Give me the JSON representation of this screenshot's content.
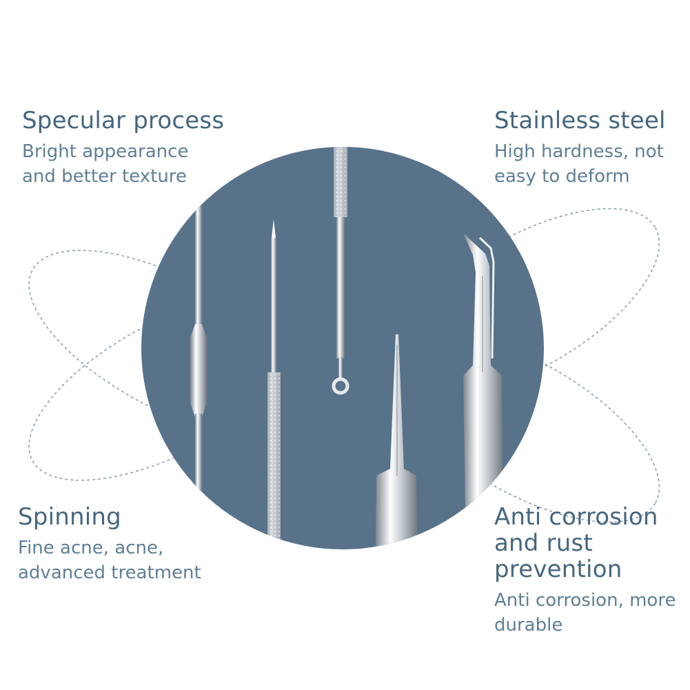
{
  "features": {
    "top_left": {
      "title": "Specular process",
      "line1": "Bright appearance",
      "line2": "and better texture"
    },
    "top_right": {
      "title": "Stainless steel",
      "line1": "High hardness, not",
      "line2": "easy to deform"
    },
    "bottom_left": {
      "title": "Spinning",
      "line1": "Fine acne, acne,",
      "line2": "advanced treatment"
    },
    "bottom_right": {
      "title_line1": "Anti corrosion",
      "title_line2": "and rust",
      "title_line3": "prevention",
      "line1": "Anti corrosion, more",
      "line2": "durable"
    }
  },
  "colors": {
    "circle": "#58728a",
    "heading": "#46667f",
    "body": "#5f7f96",
    "dashed_ring": "#8aa1b3",
    "steel": "#d9dde1"
  }
}
